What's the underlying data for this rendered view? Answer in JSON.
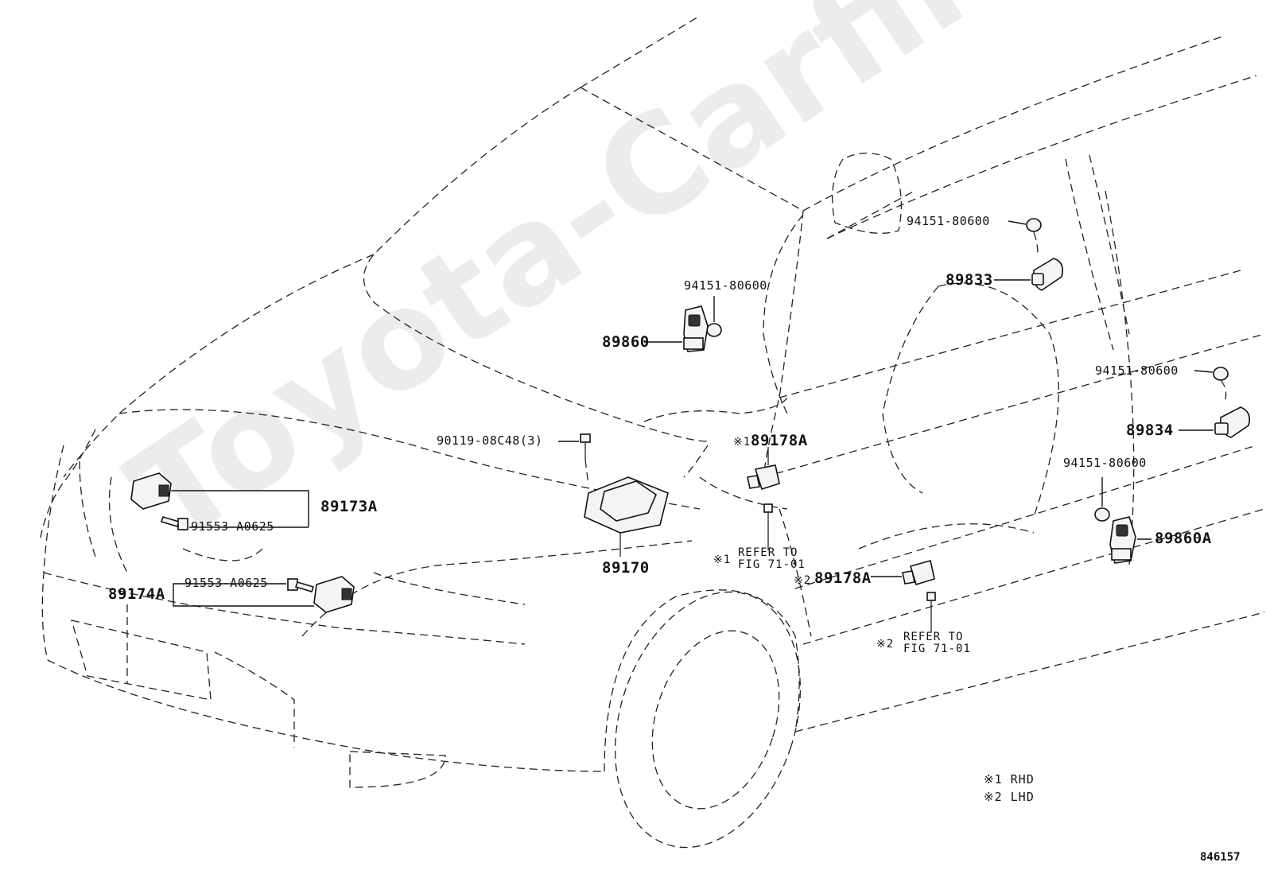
{
  "watermark": "Toyota-Carfile.ru",
  "figure_code": "846157",
  "labels": {
    "p94151_top_center": "94151-80600",
    "p89860": "89860",
    "p94151_top_right": "94151-80600",
    "p89833": "89833",
    "p94151_mid_right": "94151-80600",
    "p89834": "89834",
    "p94151_low_right": "94151-80600",
    "p89860A": "89860A",
    "p90119": "90119-08C48(3)",
    "p89178A_1_mark": "※1",
    "p89178A_1": "89178A",
    "p89178A_2_mark": "※2",
    "p89178A_2": "89178A",
    "p89173A": "89173A",
    "p91553_upper": "91553-A0625",
    "p89174A": "89174A",
    "p91553_lower": "91553-A0625",
    "p89170": "89170",
    "ref1_mark": "※1",
    "ref1_line1": "REFER TO",
    "ref1_line2": "FIG 71-01",
    "ref2_mark": "※2",
    "ref2_line1": "REFER TO",
    "ref2_line2": "FIG 71-01"
  },
  "legend": [
    {
      "mark": "※1",
      "text": "RHD"
    },
    {
      "mark": "※2",
      "text": "LHD"
    }
  ]
}
